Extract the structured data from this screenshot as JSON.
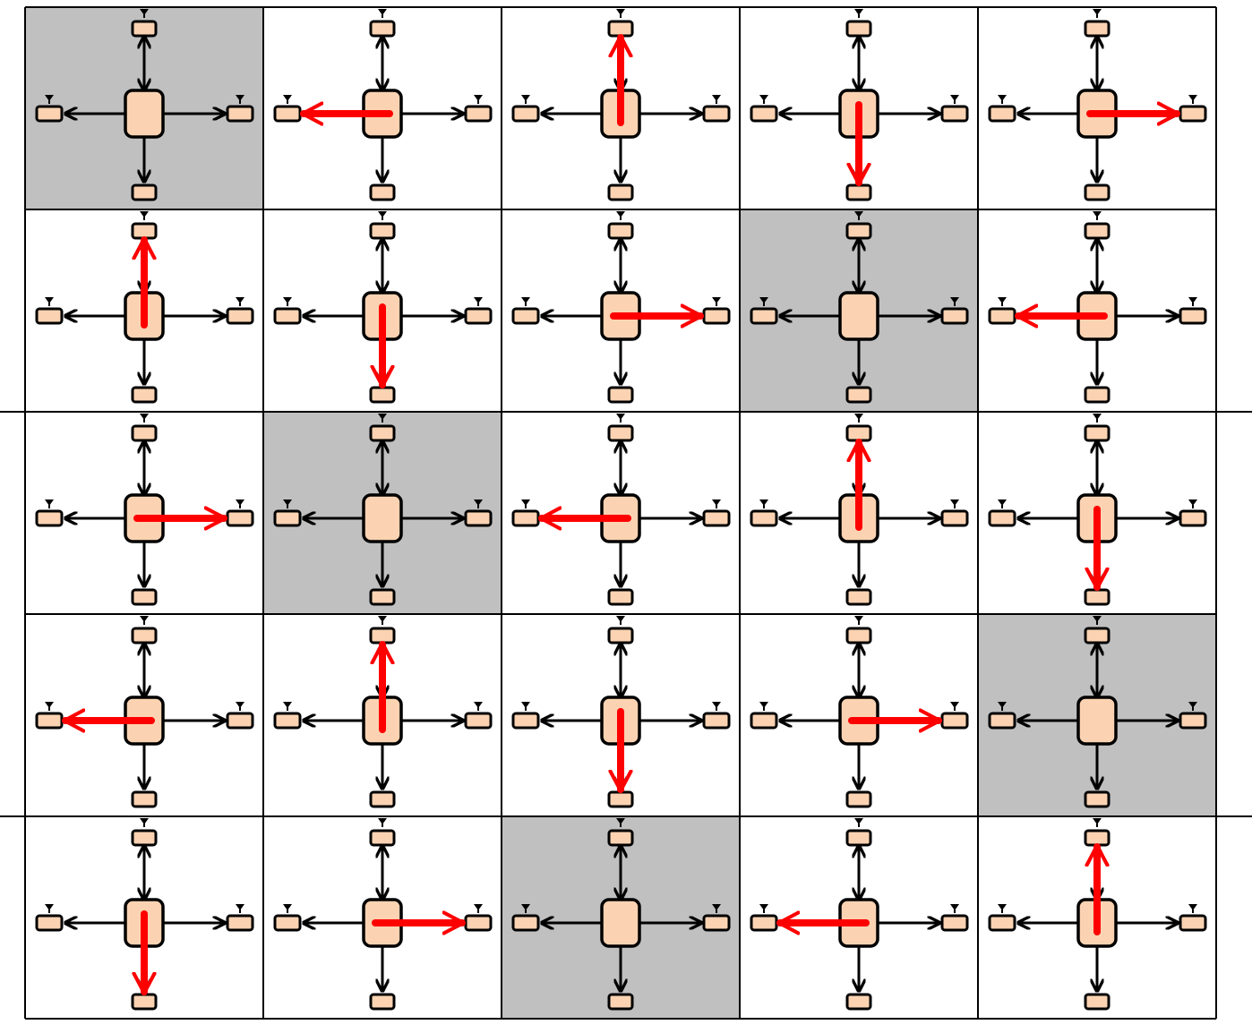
{
  "grid": {
    "rows": 5,
    "cols": 5,
    "colors": {
      "shaded_cell": "#c0c0c0",
      "plain_cell": "#ffffff",
      "node_fill": "#fbd3b2",
      "stroke": "#000000",
      "highlight_arrow": "#ff0000"
    },
    "cells": [
      [
        {
          "shaded": true,
          "highlight": "none"
        },
        {
          "shaded": false,
          "highlight": "left"
        },
        {
          "shaded": false,
          "highlight": "up"
        },
        {
          "shaded": false,
          "highlight": "down"
        },
        {
          "shaded": false,
          "highlight": "right"
        }
      ],
      [
        {
          "shaded": false,
          "highlight": "up"
        },
        {
          "shaded": false,
          "highlight": "down"
        },
        {
          "shaded": false,
          "highlight": "right"
        },
        {
          "shaded": true,
          "highlight": "none"
        },
        {
          "shaded": false,
          "highlight": "left"
        }
      ],
      [
        {
          "shaded": false,
          "highlight": "right"
        },
        {
          "shaded": true,
          "highlight": "none"
        },
        {
          "shaded": false,
          "highlight": "left"
        },
        {
          "shaded": false,
          "highlight": "up"
        },
        {
          "shaded": false,
          "highlight": "down"
        }
      ],
      [
        {
          "shaded": false,
          "highlight": "left"
        },
        {
          "shaded": false,
          "highlight": "up"
        },
        {
          "shaded": false,
          "highlight": "down"
        },
        {
          "shaded": false,
          "highlight": "right"
        },
        {
          "shaded": true,
          "highlight": "none"
        }
      ],
      [
        {
          "shaded": false,
          "highlight": "down"
        },
        {
          "shaded": false,
          "highlight": "right"
        },
        {
          "shaded": true,
          "highlight": "none"
        },
        {
          "shaded": false,
          "highlight": "left"
        },
        {
          "shaded": false,
          "highlight": "up"
        }
      ]
    ]
  }
}
